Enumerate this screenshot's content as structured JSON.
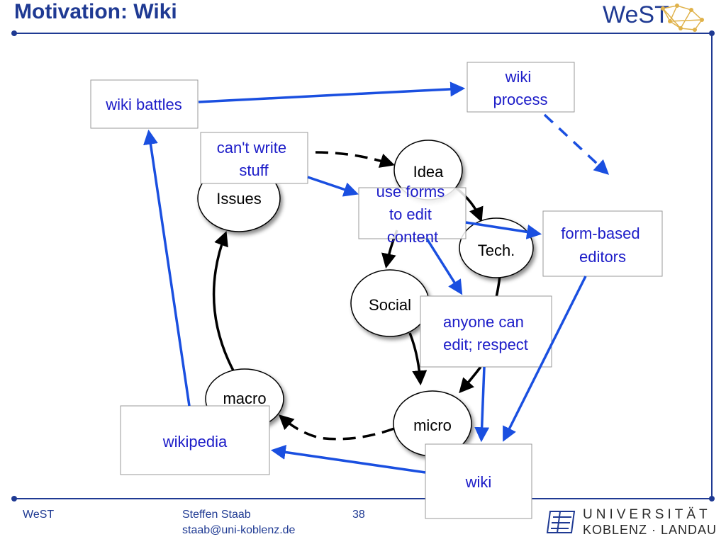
{
  "slide": {
    "title": "Motivation: Wiki",
    "logo_text": "WeST",
    "accent_color": "#1f3a93",
    "link_color": "#1c1cc8",
    "arrow_blue": "#1a4fe0"
  },
  "footer": {
    "left": "WeST",
    "author": "Steffen Staab",
    "email": "staab@uni-koblenz.de",
    "page_number": "38",
    "university_line1": "UNIVERSITÄT",
    "university_line2": "KOBLENZ · LANDAU"
  },
  "diagram": {
    "nodes": {
      "issues": "Issues",
      "idea": "Idea",
      "tech": "Tech.",
      "social": "Social",
      "macro": "macro",
      "micro": "micro"
    },
    "boxes": {
      "wiki_battles": [
        "wiki battles"
      ],
      "wiki_process": [
        "wiki",
        "process"
      ],
      "cant_write_stuff": [
        "can't write",
        "stuff"
      ],
      "use_forms": [
        "use forms",
        "to edit",
        "content"
      ],
      "form_based_editors": [
        "form-based",
        "editors"
      ],
      "anyone_can_edit": [
        "anyone can",
        "edit; respect"
      ],
      "wikipedia": [
        "wikipedia"
      ],
      "wiki": [
        "wiki"
      ]
    }
  }
}
